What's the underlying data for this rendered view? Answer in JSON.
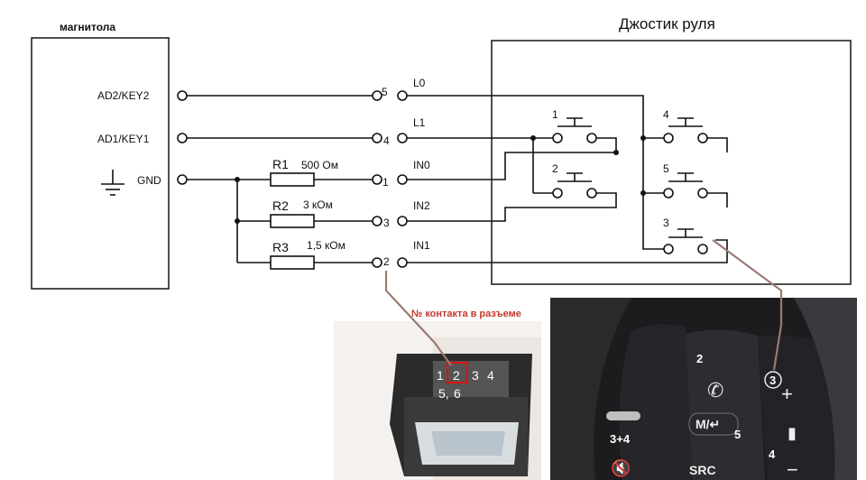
{
  "head_unit": {
    "title": "магнитола",
    "pins": [
      "AD2/KEY2",
      "AD1/KEY1",
      "GND"
    ]
  },
  "joystick": {
    "title": "Джостик руля"
  },
  "resistors": [
    {
      "name": "R1",
      "value": "500 Ом"
    },
    {
      "name": "R2",
      "value": "3 кОм"
    },
    {
      "name": "R3",
      "value": "1,5 кОм"
    }
  ],
  "connector_numbers": [
    "5",
    "4",
    "1",
    "3",
    "2"
  ],
  "lines": [
    "L0",
    "L1",
    "IN0",
    "IN2",
    "IN1"
  ],
  "switch_numbers": [
    "1",
    "2",
    "4",
    "5",
    "3"
  ],
  "connector_photo": {
    "caption": "№ контакта в разъеме",
    "pins_top": [
      "1",
      "2",
      "3",
      "4"
    ],
    "pins_bottom": [
      "5,",
      "6"
    ]
  },
  "wheel_photo": {
    "labels": [
      "2",
      "3",
      "3+4",
      "5",
      "4"
    ],
    "buttons": [
      "M/↵",
      "SRC"
    ]
  },
  "colors": {
    "callout": "#9a7a72",
    "caption": "#c0392b"
  }
}
